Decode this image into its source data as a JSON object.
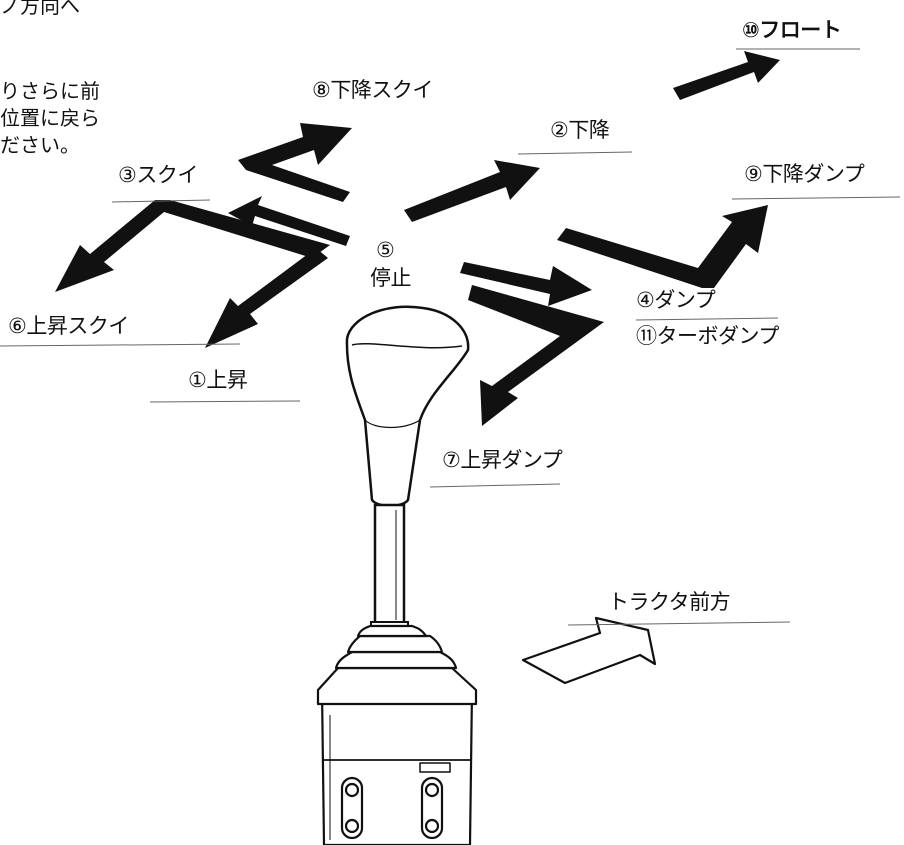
{
  "header_fragment": "ノ方向へ",
  "side_note": {
    "lines": [
      "りさらに前",
      "位置に戻ら",
      "ださい。"
    ]
  },
  "positions": {
    "p10": "⑩フロート",
    "p8": "⑧下降スクイ",
    "p2": "②下降",
    "p3": "③スクイ",
    "p9": "⑨下降ダンプ",
    "p5_num": "⑤",
    "p5_label": "停止",
    "p4": "④ダンプ",
    "p11": "⑪ターボダンプ",
    "p6": "⑥上昇スクイ",
    "p1": "①上昇",
    "p7": "⑦上昇ダンプ"
  },
  "forward_label": "トラクタ前方",
  "colors": {
    "ink": "#111111",
    "paper": "#ffffff"
  }
}
